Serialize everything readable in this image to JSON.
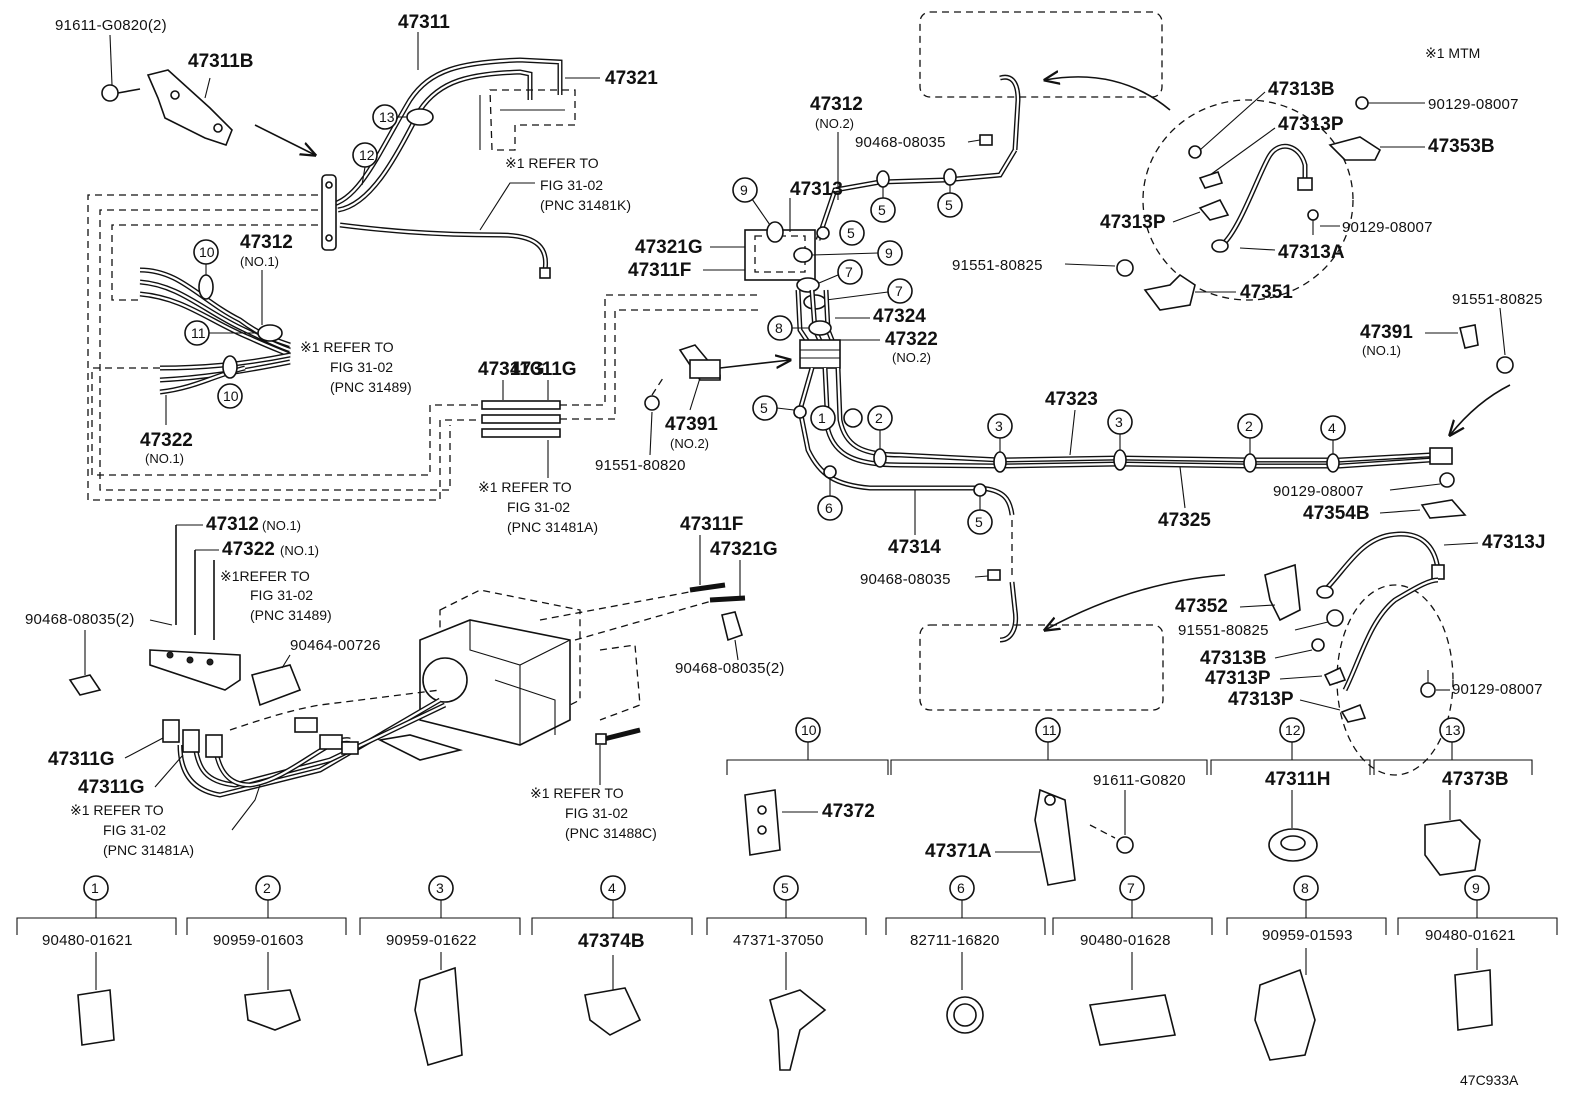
{
  "diagram_code": "47C933A",
  "mtm_note": "※1 MTM",
  "labels": {
    "p91611_2": "91611-G0820(2)",
    "p47311B": "47311B",
    "p47311": "47311",
    "p47321": "47321",
    "note_31481K": "※1 REFER TO",
    "note_31481K_2": "FIG 31-02",
    "note_31481K_3": "(PNC 31481K)",
    "p47312_no1": "47312",
    "p47312_no1_sub": "(NO.1)",
    "note_31489_a": "※1 REFER TO",
    "note_31489_b": "FIG 31-02",
    "note_31489_c": "(PNC 31489)",
    "p47322_no1": "47322",
    "p47322_no1_sub": "(NO.1)",
    "p47311G_a": "47311G",
    "p47311G_b": "47311G",
    "note_31481A_a": "※1 REFER TO",
    "note_31481A_b": "FIG 31-02",
    "note_31481A_c": "(PNC 31481A)",
    "p47312_no2": "47312",
    "p47312_no2_sub": "(NO.2)",
    "p90468_top": "90468-08035",
    "p47313": "47313",
    "p47321G": "47321G",
    "p47311F": "47311F",
    "p47324": "47324",
    "p47322_no2": "47322",
    "p47322_no2_sub": "(NO.2)",
    "p47391_no2": "47391",
    "p47391_no2_sub": "(NO.2)",
    "p91551_80820": "91551-80820",
    "p47323": "47323",
    "p47325": "47325",
    "p47314": "47314",
    "p90468_mid": "90468-08035",
    "p47313B_top": "47313B",
    "p47313P_top": "47313P",
    "p90129_a": "90129-08007",
    "p47353B": "47353B",
    "p47313P_mid": "47313P",
    "p90129_b": "90129-08007",
    "p47313A": "47313A",
    "p91551_80825_a": "91551-80825",
    "p47351": "47351",
    "p91551_80825_b": "91551-80825",
    "p47391_no1": "47391",
    "p47391_no1_sub": "(NO.1)",
    "p90129_c": "90129-08007",
    "p47354B": "47354B",
    "p47313J": "47313J",
    "p47352": "47352",
    "p91551_80825_c": "91551-80825",
    "p47313B_bot": "47313B",
    "p47313P_bot1": "47313P",
    "p47313P_bot2": "47313P",
    "p90129_d": "90129-08007",
    "p47312_no1_b": "47312",
    "p47312_no1_b_sub": "(NO.1)",
    "p47322_no1_b": "47322",
    "p47322_no1_b_sub": "(NO.1)",
    "note_31489_d": "※1REFER TO",
    "note_31489_e": "FIG 31-02",
    "note_31489_f": "(PNC 31489)",
    "p90468_2": "90468-08035(2)",
    "p90464": "90464-00726",
    "p47311G_c": "47311G",
    "p47311G_d": "47311G",
    "note_31481A_d": "※1 REFER TO",
    "note_31481A_e": "FIG 31-02",
    "note_31481A_f": "(PNC 31481A)",
    "p47311F_b": "47311F",
    "p47321G_b": "47321G",
    "p90468_2b": "90468-08035(2)",
    "note_31488C_a": "※1 REFER TO",
    "note_31488C_b": "FIG 31-02",
    "note_31488C_c": "(PNC 31488C)"
  },
  "legend_top": [
    {
      "num": "10",
      "part": "47372"
    },
    {
      "num": "11",
      "part": "47371A",
      "extra": "91611-G0820"
    },
    {
      "num": "12",
      "part": "47311H"
    },
    {
      "num": "13",
      "part": "47373B"
    }
  ],
  "legend_bottom": [
    {
      "num": "1",
      "part": "90480-01621"
    },
    {
      "num": "2",
      "part": "90959-01603"
    },
    {
      "num": "3",
      "part": "90959-01622"
    },
    {
      "num": "4",
      "part": "47374B"
    },
    {
      "num": "5",
      "part": "47371-37050"
    },
    {
      "num": "6",
      "part": "82711-16820"
    },
    {
      "num": "7",
      "part": "90480-01628"
    },
    {
      "num": "8",
      "part": "90959-01593"
    },
    {
      "num": "9",
      "part": "90480-01621"
    }
  ],
  "callouts": [
    "1",
    "2",
    "3",
    "4",
    "5",
    "6",
    "7",
    "8",
    "9",
    "10",
    "11",
    "12",
    "13"
  ]
}
